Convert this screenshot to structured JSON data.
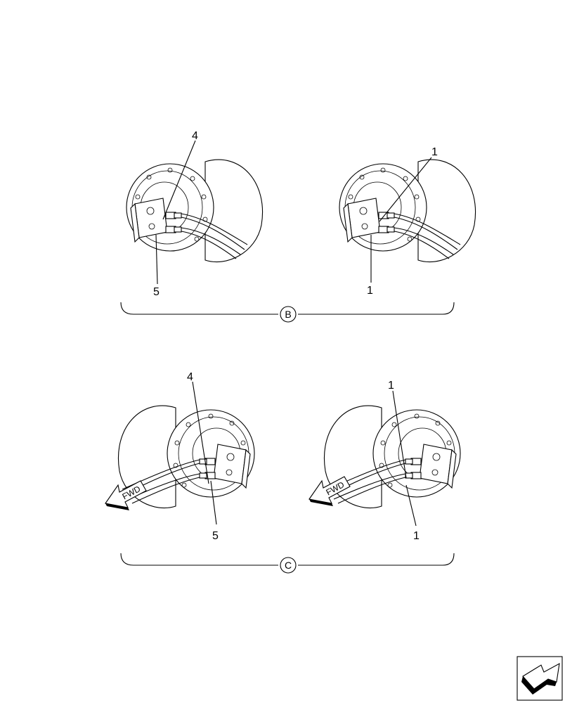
{
  "sections": [
    {
      "id": "B",
      "letter": "B",
      "views": [
        {
          "callouts": {
            "top": "4",
            "bottom": "5"
          }
        },
        {
          "callouts": {
            "top": "1",
            "bottom": "1"
          }
        }
      ]
    },
    {
      "id": "C",
      "letter": "C",
      "fwd_label": "FWD",
      "views": [
        {
          "callouts": {
            "top": "4",
            "bottom": "5"
          }
        },
        {
          "callouts": {
            "top": "1",
            "bottom": "1"
          }
        }
      ]
    }
  ],
  "icons": {
    "page_turn": "page-turn-arrow-icon",
    "fwd_arrow": "fwd-direction-arrow-icon"
  }
}
